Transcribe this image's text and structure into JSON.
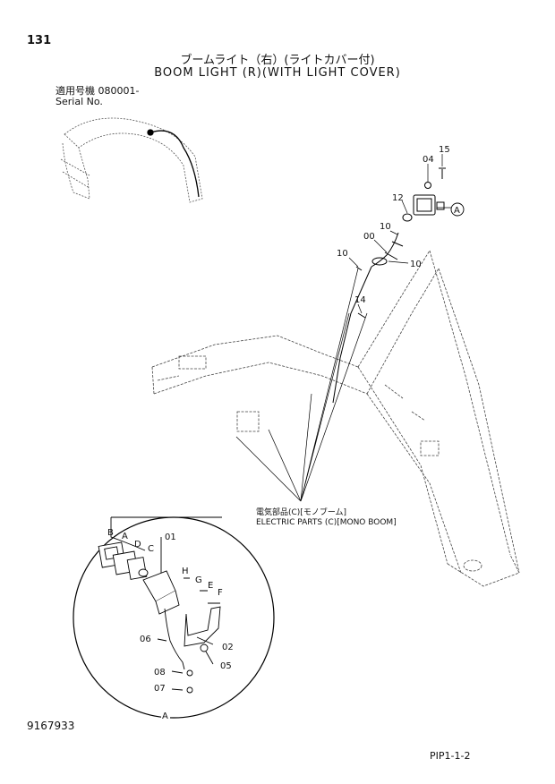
{
  "header": {
    "page_number": "131",
    "title_jp": "ブームライト（右）(ライトカバー付)",
    "title_en": "BOOM LIGHT (R)(WITH LIGHT COVER)",
    "serial_jp": "適用号機 080001-",
    "serial_en": "Serial No."
  },
  "callouts": {
    "c15": "15",
    "c04": "04",
    "c12": "12",
    "cA": "A",
    "c10a": "10",
    "c00": "00",
    "c10b": "10",
    "c10c": "10",
    "c14": "14",
    "d_B": "B",
    "d_A": "A",
    "d_D": "D",
    "d_C": "C",
    "d_01": "01",
    "d_H": "H",
    "d_G": "G",
    "d_E": "E",
    "d_F": "F",
    "d_06": "06",
    "d_02": "02",
    "d_08": "08",
    "d_05": "05",
    "d_07": "07",
    "d_Abottom": "A"
  },
  "note": {
    "line1": "電気部品(C)[モノブーム]",
    "line2": "ELECTRIC PARTS (C)[MONO BOOM]"
  },
  "footer": {
    "doc_number": "9167933",
    "page_code": "PIP1-1-2"
  }
}
